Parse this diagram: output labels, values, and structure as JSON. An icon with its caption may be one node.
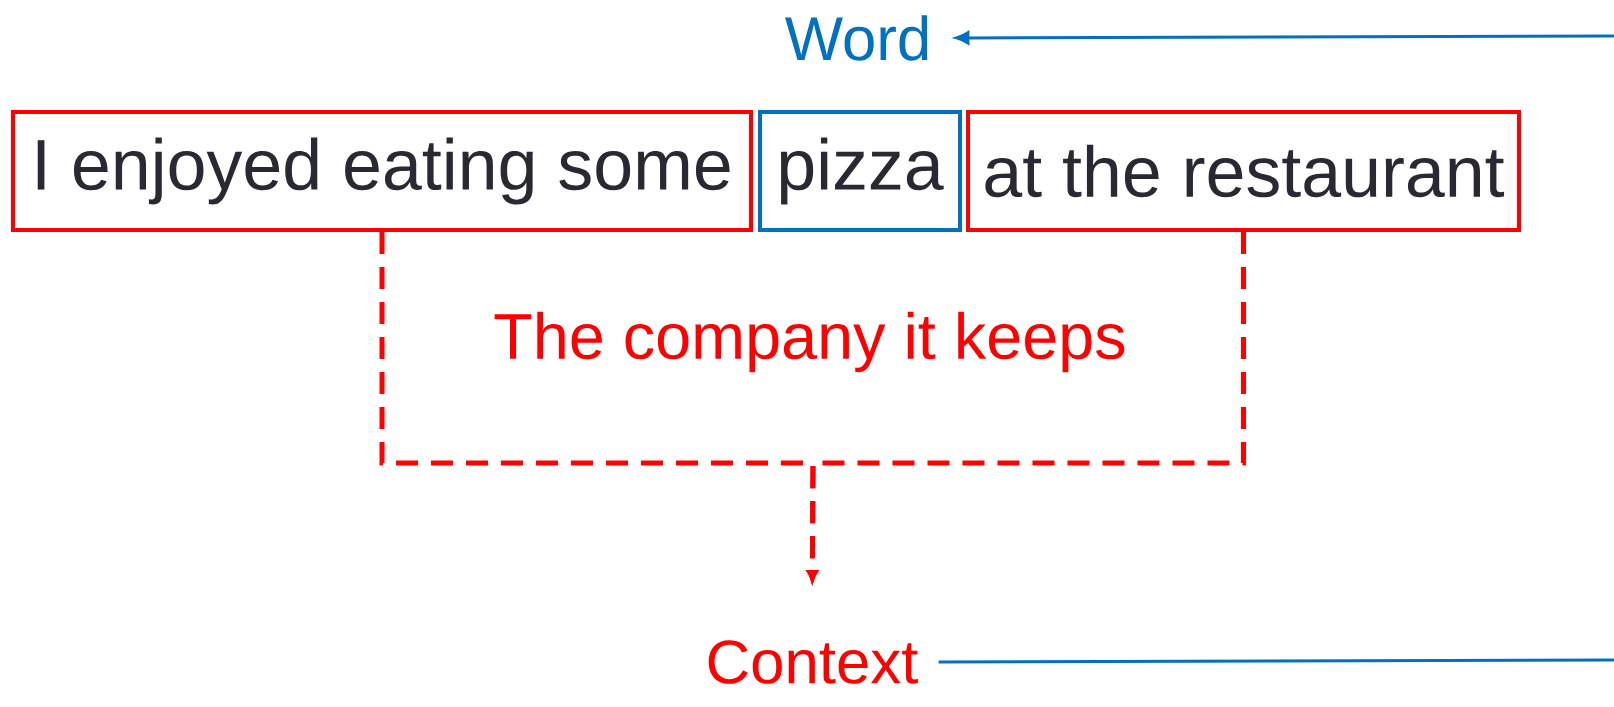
{
  "diagram": {
    "nodes": [
      {
        "text": [
          "I enjoyed eating some"
        ]
      },
      {
        "text": [
          "pizza"
        ]
      },
      {
        "text": [
          "at the restaurant"
        ]
      },
      {
        "text": [
          "Word"
        ]
      },
      {
        "text": [
          "Context"
        ]
      }
    ],
    "edges": [
      {
        "from": 0,
        "to": 4,
        "arrow": "to",
        "style": "dashed",
        "color": "#ff0000"
      },
      {
        "from": 2,
        "to": 4,
        "arrow": "to",
        "style": "dashed",
        "color": "#ff0000"
      },
      {
        "from": null,
        "to": 3,
        "arrow": "to",
        "color": "#0070c0"
      },
      {
        "from": 4,
        "to": null,
        "arrow": "none",
        "color": "#0070c0"
      }
    ],
    "labels": [
      "The company it keeps"
    ]
  }
}
